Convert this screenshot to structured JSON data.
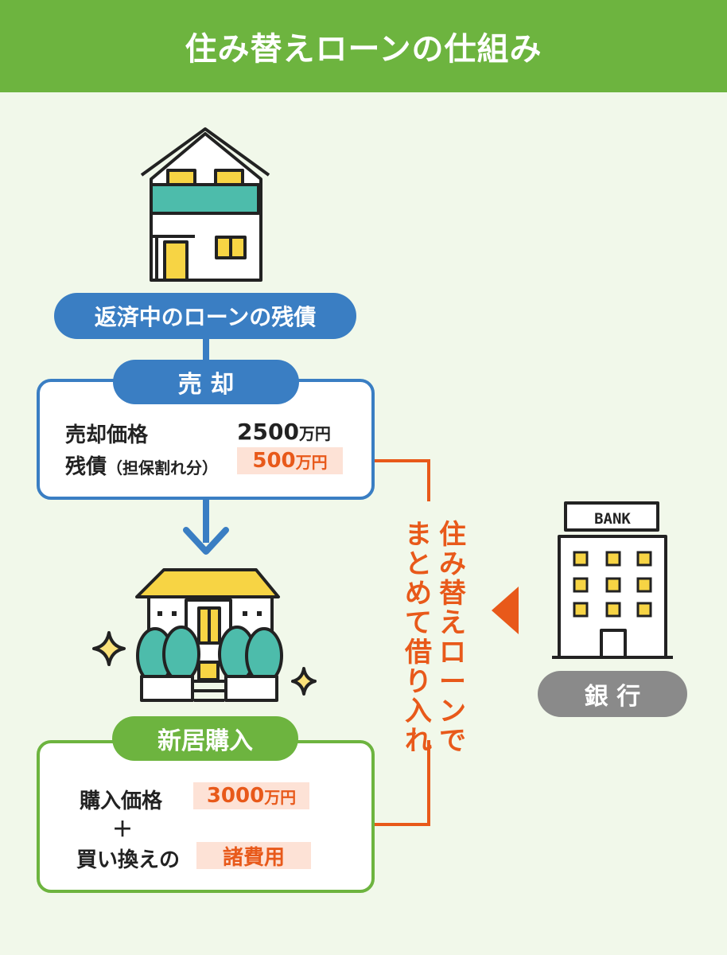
{
  "title": "住み替えローンの仕組み",
  "current_home": {
    "label": "返済中のローンの残債"
  },
  "sale": {
    "label": "売 却",
    "price_label": "売却価格",
    "price_value": "2500",
    "price_unit": "万円",
    "debt_label": "残債",
    "debt_note": "（担保割れ分）",
    "debt_value": "500",
    "debt_unit": "万円"
  },
  "bank": {
    "sign": "BANK",
    "label": "銀 行"
  },
  "loan_text": {
    "line1": [
      "住",
      "み",
      "替",
      "え",
      "ロ",
      "ー",
      "ン",
      "で"
    ],
    "line2": [
      "ま",
      "と",
      "め",
      "て",
      "借",
      "り",
      "入",
      "れ"
    ]
  },
  "new_home": {
    "label": "新居購入",
    "price_label": "購入価格",
    "price_value": "3000",
    "price_unit": "万円",
    "plus": "＋",
    "fees_label": "買い換えの",
    "fees_value": "諸費用"
  },
  "colors": {
    "green": "#6db43f",
    "blue": "#3a7ec3",
    "orange": "#e8591a",
    "gray": "#8a8a8a",
    "highlight_bg": "#fde2d6",
    "teal": "#4dbcab",
    "yellow": "#f7d444"
  }
}
